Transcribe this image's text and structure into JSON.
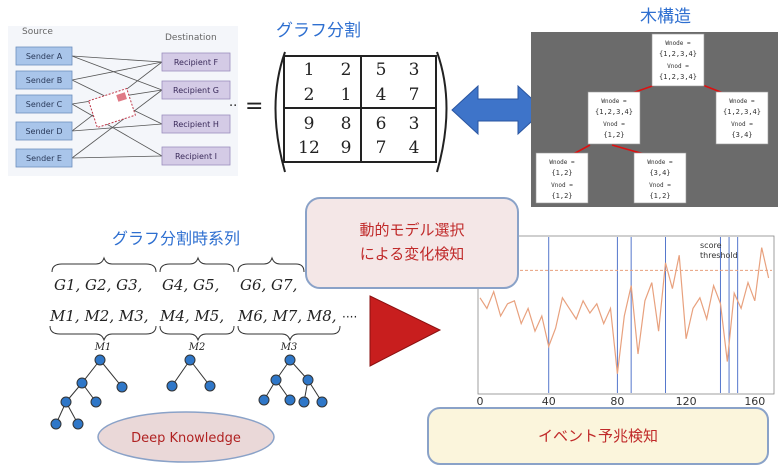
{
  "graph_panel": {
    "source_label": "Source",
    "destination_label": "Destination",
    "senders": [
      "Sender A",
      "Sender B",
      "Sender C",
      "Sender D",
      "Sender E"
    ],
    "recipients": [
      "Recipient F",
      "Recipient G",
      "Recipient H",
      "Recipient I"
    ]
  },
  "partition": {
    "title": "グラフ分割",
    "equals": "=",
    "matrix": [
      [
        "1",
        "2",
        "5",
        "3"
      ],
      [
        "2",
        "1",
        "4",
        "7"
      ],
      [
        "9",
        "8",
        "6",
        "3"
      ],
      [
        "12",
        "9",
        "7",
        "4"
      ]
    ]
  },
  "tree": {
    "title": "木構造",
    "root": [
      "Wnode =",
      "{1,2,3,4}",
      "Vnod =",
      "{1,2,3,4}"
    ],
    "mid_left": [
      "Wnode =",
      "{1,2,3,4}",
      "Vnod =",
      "{1,2}"
    ],
    "mid_right": [
      "Wnode =",
      "{1,2,3,4}",
      "Vnod =",
      "{3,4}"
    ],
    "leaf_left": [
      "Wnode =",
      "{1,2}",
      "Vnod =",
      "{1,2}"
    ],
    "leaf_right": [
      "Wnode =",
      "{3,4}",
      "Vnod =",
      "{1,2}"
    ]
  },
  "timeseries": {
    "title": "グラフ分割時系列",
    "g_row": [
      "G1, G2, G3,",
      "G4, G5,",
      "G6, G7,"
    ],
    "m_row": [
      "M1, M2, M3,",
      "M4, M5,",
      "M6, M7, M8,"
    ],
    "m_tree_labels": [
      "M1",
      "M2",
      "M3"
    ],
    "deep_knowledge": "Deep Knowledge"
  },
  "callouts": {
    "model_selection": [
      "動的モデル選択",
      "による変化検知"
    ],
    "event_prediction": "イベント予兆検知"
  },
  "chart_data": {
    "type": "line",
    "x_ticks": [
      "0",
      "40",
      "80",
      "120",
      "160"
    ],
    "xlim": [
      0,
      170
    ],
    "legend": [
      "score",
      "threshold"
    ],
    "legend_position": "top-right",
    "score_color": "#e8a17e",
    "threshold_color": "#5577cc",
    "series": [
      {
        "name": "score",
        "x": [
          0,
          4,
          8,
          12,
          16,
          20,
          24,
          28,
          32,
          36,
          40,
          44,
          48,
          52,
          56,
          60,
          64,
          68,
          72,
          76,
          80,
          84,
          88,
          92,
          96,
          100,
          104,
          108,
          112,
          116,
          120,
          124,
          128,
          132,
          136,
          140,
          144,
          148,
          152,
          156,
          160,
          164,
          168
        ],
        "y": [
          0.62,
          0.55,
          0.66,
          0.5,
          0.58,
          0.6,
          0.45,
          0.55,
          0.4,
          0.5,
          0.3,
          0.42,
          0.62,
          0.55,
          0.48,
          0.6,
          0.52,
          0.58,
          0.45,
          0.55,
          0.12,
          0.5,
          0.7,
          0.25,
          0.6,
          0.72,
          0.4,
          0.85,
          0.68,
          0.9,
          0.35,
          0.55,
          0.62,
          0.48,
          0.7,
          0.58,
          0.2,
          0.65,
          0.55,
          0.72,
          0.6,
          0.95,
          0.75
        ]
      },
      {
        "name": "threshold",
        "x": [
          0,
          170
        ],
        "y": [
          0.8,
          0.8
        ]
      }
    ],
    "event_lines_x": [
      40,
      80,
      88,
      108,
      140,
      145,
      150
    ]
  }
}
